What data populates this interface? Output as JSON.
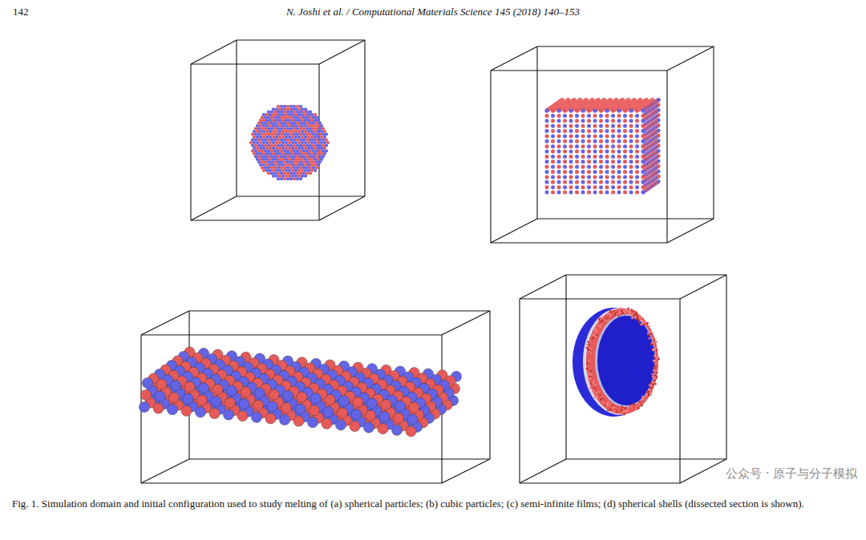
{
  "diagram": {
    "caption": "Fig. 1. Simulation domain and initial configuration used to study melting of (a) spherical particles; (b) cubic particles; (c) semi-infinite films; (d) spherical shells (dissected section is shown).",
    "labels": [
      "142",
      "N. Joshi et al. / Computational Materials Science 145 (2018) 140–153",
      "公众号 · 原子与分子模拟"
    ]
  }
}
